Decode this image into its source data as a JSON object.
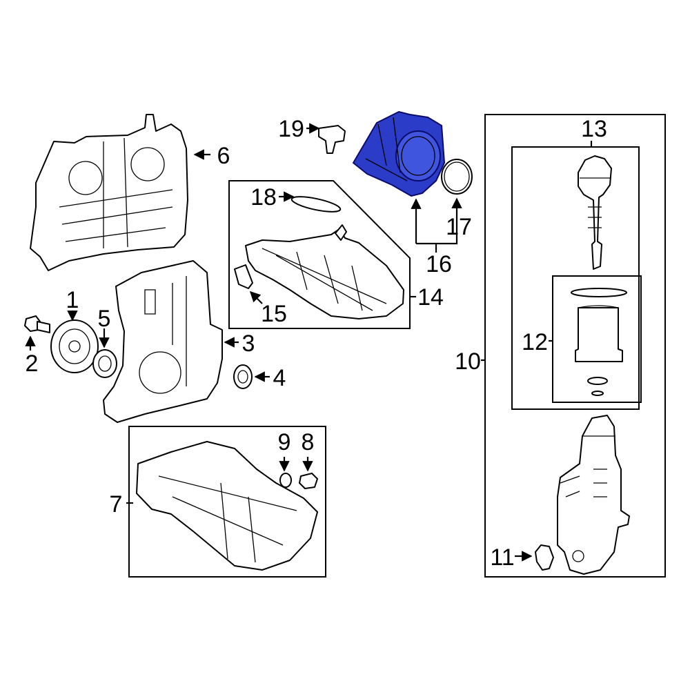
{
  "highlight_color": "#2a3cc8",
  "outline_color": "#000000",
  "callouts": [
    {
      "id": "1",
      "label": "1"
    },
    {
      "id": "2",
      "label": "2"
    },
    {
      "id": "3",
      "label": "3"
    },
    {
      "id": "4",
      "label": "4"
    },
    {
      "id": "5",
      "label": "5"
    },
    {
      "id": "6",
      "label": "6"
    },
    {
      "id": "7",
      "label": "7"
    },
    {
      "id": "8",
      "label": "8"
    },
    {
      "id": "9",
      "label": "9"
    },
    {
      "id": "10",
      "label": "10"
    },
    {
      "id": "11",
      "label": "11"
    },
    {
      "id": "12",
      "label": "12"
    },
    {
      "id": "13",
      "label": "13"
    },
    {
      "id": "14",
      "label": "14"
    },
    {
      "id": "15",
      "label": "15"
    },
    {
      "id": "16",
      "label": "16"
    },
    {
      "id": "17",
      "label": "17"
    },
    {
      "id": "18",
      "label": "18"
    },
    {
      "id": "19",
      "label": "19"
    }
  ],
  "highlighted_part": "16"
}
